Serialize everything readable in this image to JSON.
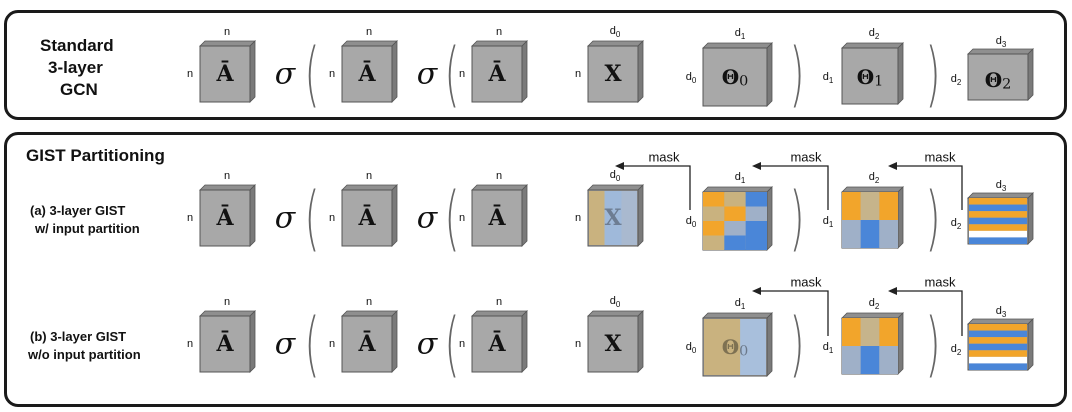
{
  "colors": {
    "gray": "#a8a8a8",
    "tan": "#c9b27f",
    "blue": "#4a86d8",
    "orange": "#f2a52b",
    "border": "#1a1a1a"
  },
  "standard": {
    "title_line1": "Standard",
    "title_line2": "3-layer",
    "title_line3": "GCN"
  },
  "gist": {
    "title": "GIST Partitioning",
    "row_a_line1": "(a) 3-layer GIST",
    "row_a_line2": "w/ input partition",
    "row_b_line1": "(b) 3-layer GIST",
    "row_b_line2": "w/o input partition"
  },
  "symbols": {
    "sigma": "σ",
    "open_paren": "(",
    "close_paren": ")",
    "adj": "Ā",
    "x": "X",
    "theta0": "Θ0",
    "theta1": "Θ1",
    "theta2": "Θ2"
  },
  "dims": {
    "n": "n",
    "d0": "d0",
    "d1": "d1",
    "d2": "d2",
    "d3": "d3"
  },
  "mask_label": "mask"
}
